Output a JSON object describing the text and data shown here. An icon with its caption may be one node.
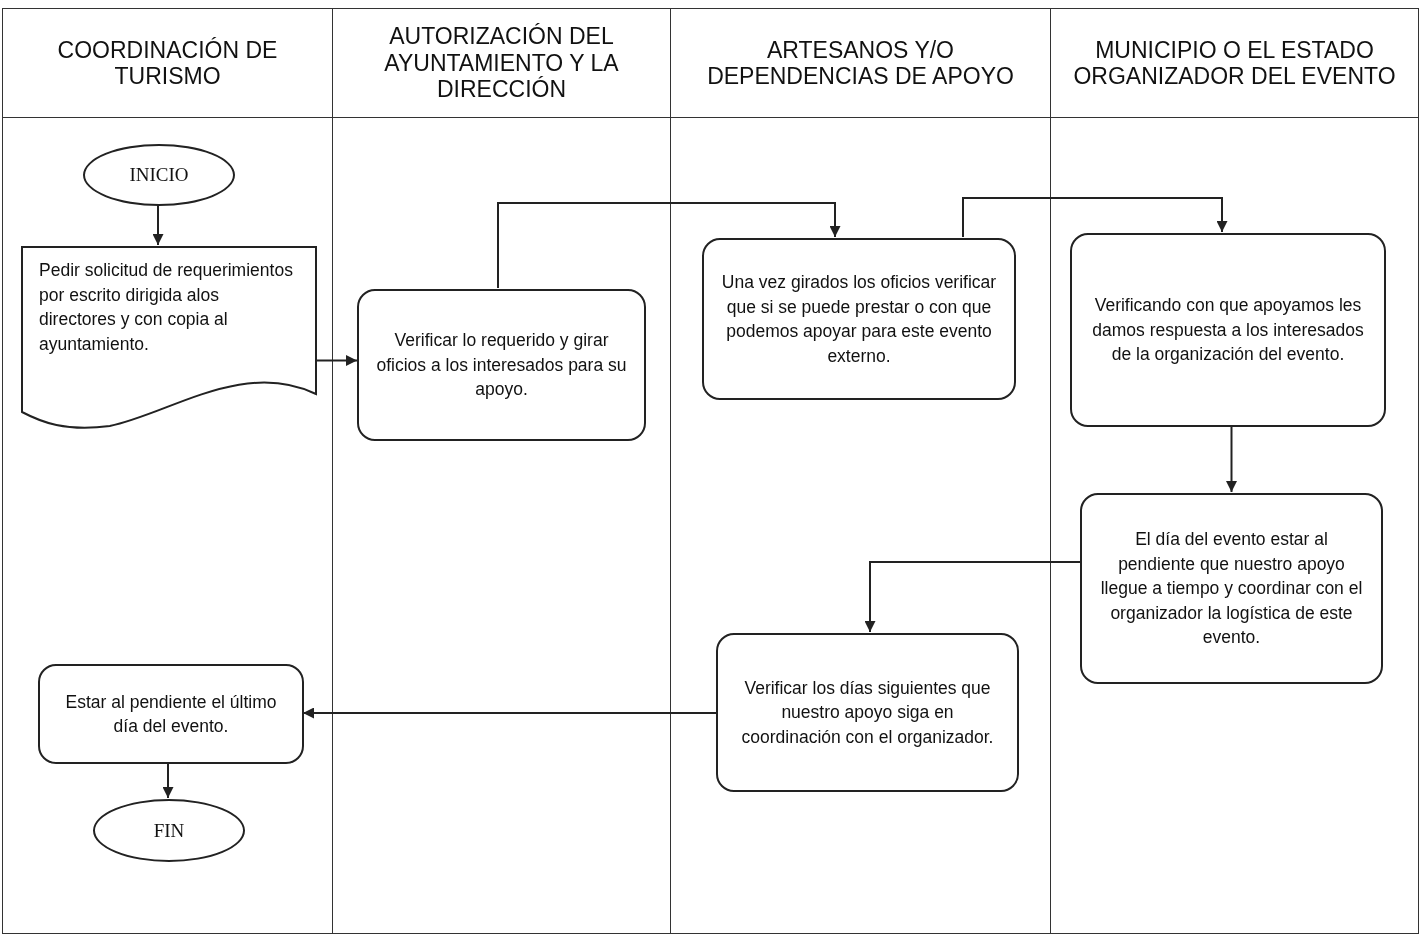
{
  "diagram": {
    "nodes": [
      {
        "text": [
          "COORDINACIÓN DE TURISMO"
        ]
      },
      {
        "text": [
          "AUTORIZACIÓN DEL AYUNTAMIENTO Y LA DIRECCIÓN"
        ]
      },
      {
        "text": [
          "ARTESANOS Y/O DEPENDENCIAS DE APOYO"
        ]
      },
      {
        "text": [
          "MUNICIPIO O EL ESTADO ORGANIZADOR DEL EVENTO"
        ]
      },
      {
        "text": [
          "INICIO"
        ],
        "in": 0
      },
      {
        "text": [
          "Pedir solicitud de requerimientos por escrito dirigida alos directores y con copia al ayuntamiento."
        ],
        "in": 0
      },
      {
        "text": [
          "Verificar lo requerido y girar oficios a los interesados para su apoyo."
        ],
        "in": 1
      },
      {
        "text": [
          "Una vez girados los oficios verificar que si se puede prestar o con que podemos apoyar para este evento externo."
        ],
        "in": 2
      },
      {
        "text": [
          "Verificando con que apoyamos les damos respuesta a los interesados de la organización del evento."
        ],
        "in": 3
      },
      {
        "text": [
          "El día del evento estar al pendiente que nuestro apoyo llegue a tiempo y coordinar con el organizador la logística de este evento."
        ],
        "in": 3
      },
      {
        "text": [
          "Verificar los días siguientes que nuestro apoyo siga en coordinación con el organizador."
        ],
        "in": 2
      },
      {
        "text": [
          "Estar al pendiente el último día del evento."
        ],
        "in": 0
      },
      {
        "text": [
          "FIN"
        ],
        "in": 0
      }
    ],
    "edges": [
      {
        "from": 4,
        "to": 5,
        "arrow": "to"
      },
      {
        "from": 5,
        "to": 6,
        "arrow": "to"
      },
      {
        "from": 6,
        "to": 7,
        "arrow": "to"
      },
      {
        "from": 7,
        "to": 8,
        "arrow": "to"
      },
      {
        "from": 8,
        "to": 9,
        "arrow": "to"
      },
      {
        "from": 9,
        "to": 10,
        "arrow": "to"
      },
      {
        "from": 10,
        "to": 11,
        "arrow": "to"
      },
      {
        "from": 11,
        "to": 12,
        "arrow": "to"
      }
    ]
  }
}
